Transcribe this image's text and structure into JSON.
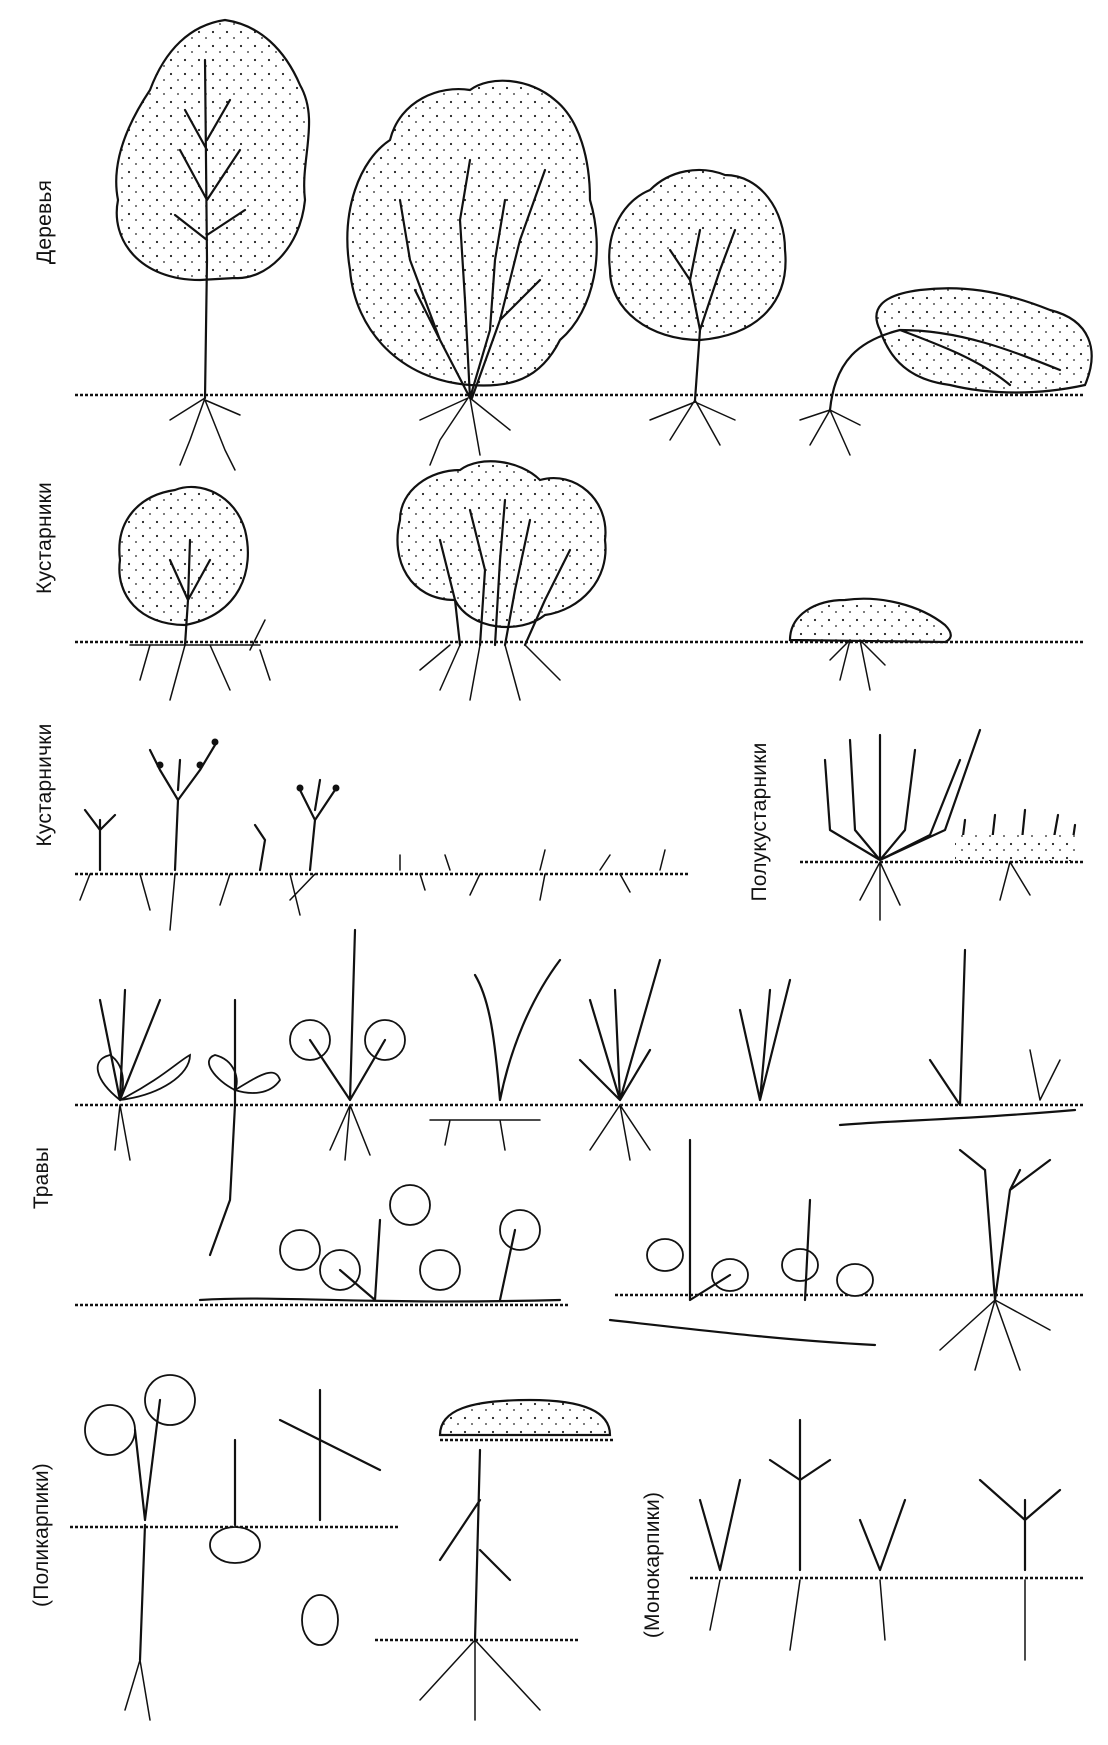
{
  "labels": {
    "trees": "Деревья",
    "shrubs": "Кустарники",
    "dwarf_shrubs": "Кустарнички",
    "half_shrubs": "Полукустарники",
    "herbs": "Травы",
    "polycarpics": "(Поликарпики)",
    "monocarpics": "(Монокарпики)"
  }
}
